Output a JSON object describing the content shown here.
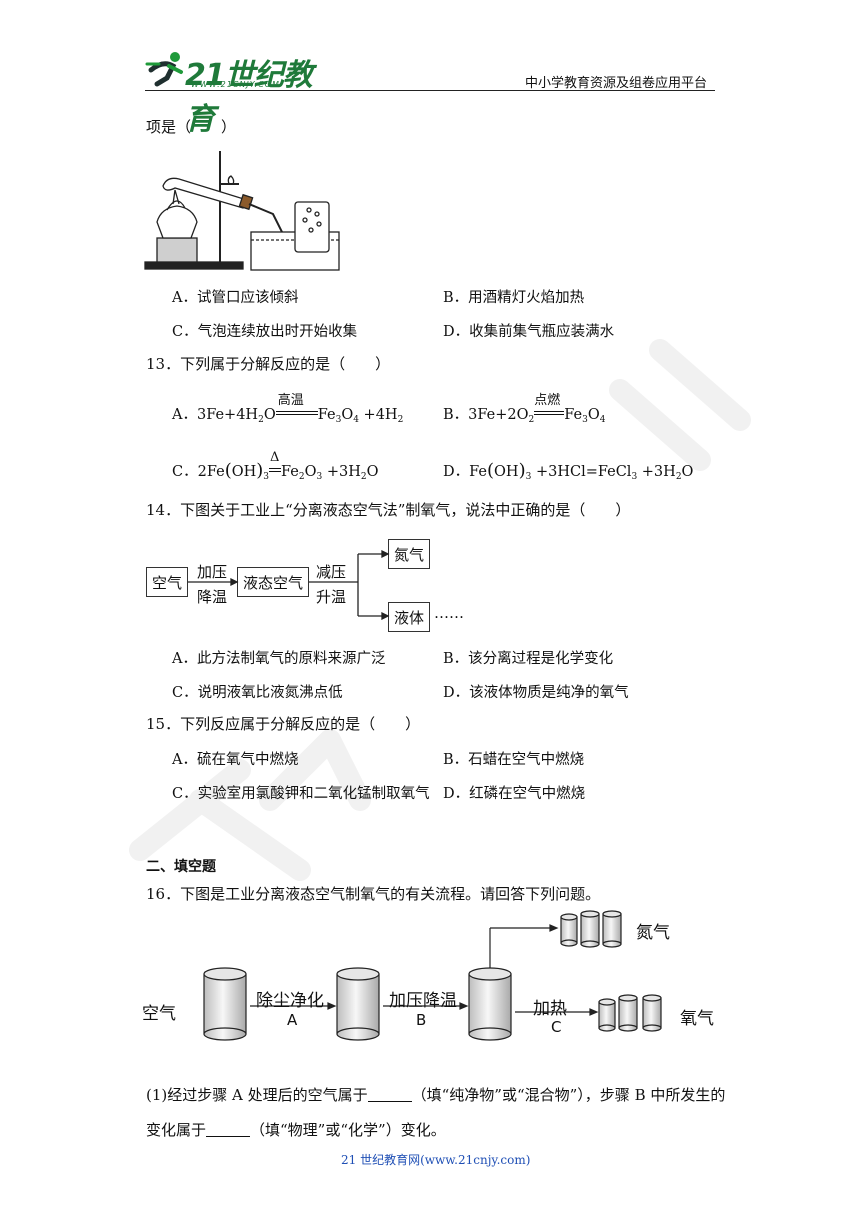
{
  "header": {
    "logo_text": "21世纪教育",
    "logo_url": "WWW.21CNJY.COM",
    "right_text": "中小学教育资源及组卷应用平台"
  },
  "q12": {
    "stem_tail": "项是（　　）",
    "options": {
      "A": "A．试管口应该倾斜",
      "B": "B．用酒精灯火焰加热",
      "C": "C．气泡连续放出时开始收集",
      "D": "D．收集前集气瓶应装满水"
    }
  },
  "q13": {
    "stem": "13．下列属于分解反应的是（　　）",
    "A_label": "A．",
    "A_cond": "高温",
    "B_label": "B．",
    "B_cond": "点燃",
    "C_label": "C．",
    "C_cond": "Δ",
    "D_label": "D．"
  },
  "q14": {
    "stem": "14．下图关于工业上“分离液态空气法”制氧气，说法中正确的是（　　）",
    "flow": {
      "air": "空气",
      "step1_top": "加压",
      "step1_bottom": "降温",
      "liquid_air": "液态空气",
      "step2_top": "减压",
      "step2_bottom": "升温",
      "nitrogen": "氮气",
      "liquid": "液体",
      "ellipsis": "……"
    },
    "options": {
      "A": "A．此方法制氧气的原料来源广泛",
      "B": "B．该分离过程是化学变化",
      "C": "C．说明液氧比液氮沸点低",
      "D": "D．该液体物质是纯净的氧气"
    }
  },
  "q15": {
    "stem": "15．下列反应属于分解反应的是（　　）",
    "options": {
      "A": "A．硫在氧气中燃烧",
      "B": "B．石蜡在空气中燃烧",
      "C": "C．实验室用氯酸钾和二氧化锰制取氧气",
      "D": "D．红磷在空气中燃烧"
    }
  },
  "section2": {
    "title": "二、填空题"
  },
  "q16": {
    "stem": "16．下图是工业分离液态空气制氧气的有关流程。请回答下列问题。",
    "flow": {
      "air": "空气",
      "stepA_label": "除尘净化",
      "stepA_letter": "A",
      "stepB_label": "加压降温",
      "stepB_letter": "B",
      "stepC_label": "加热",
      "stepC_letter": "C",
      "nitrogen": "氮气",
      "oxygen": "氧气"
    },
    "sub1_line1_a": "(1)经过步骤 A 处理后的空气属于",
    "sub1_line1_b": "（填“纯净物”或“混合物”），步骤 B 中所发生的",
    "sub1_line2_a": "变化属于",
    "sub1_line2_b": "（填“物理”或“化学”）变化。"
  },
  "footer": {
    "text": "21 世纪教育网(www.21cnjy.com)"
  }
}
